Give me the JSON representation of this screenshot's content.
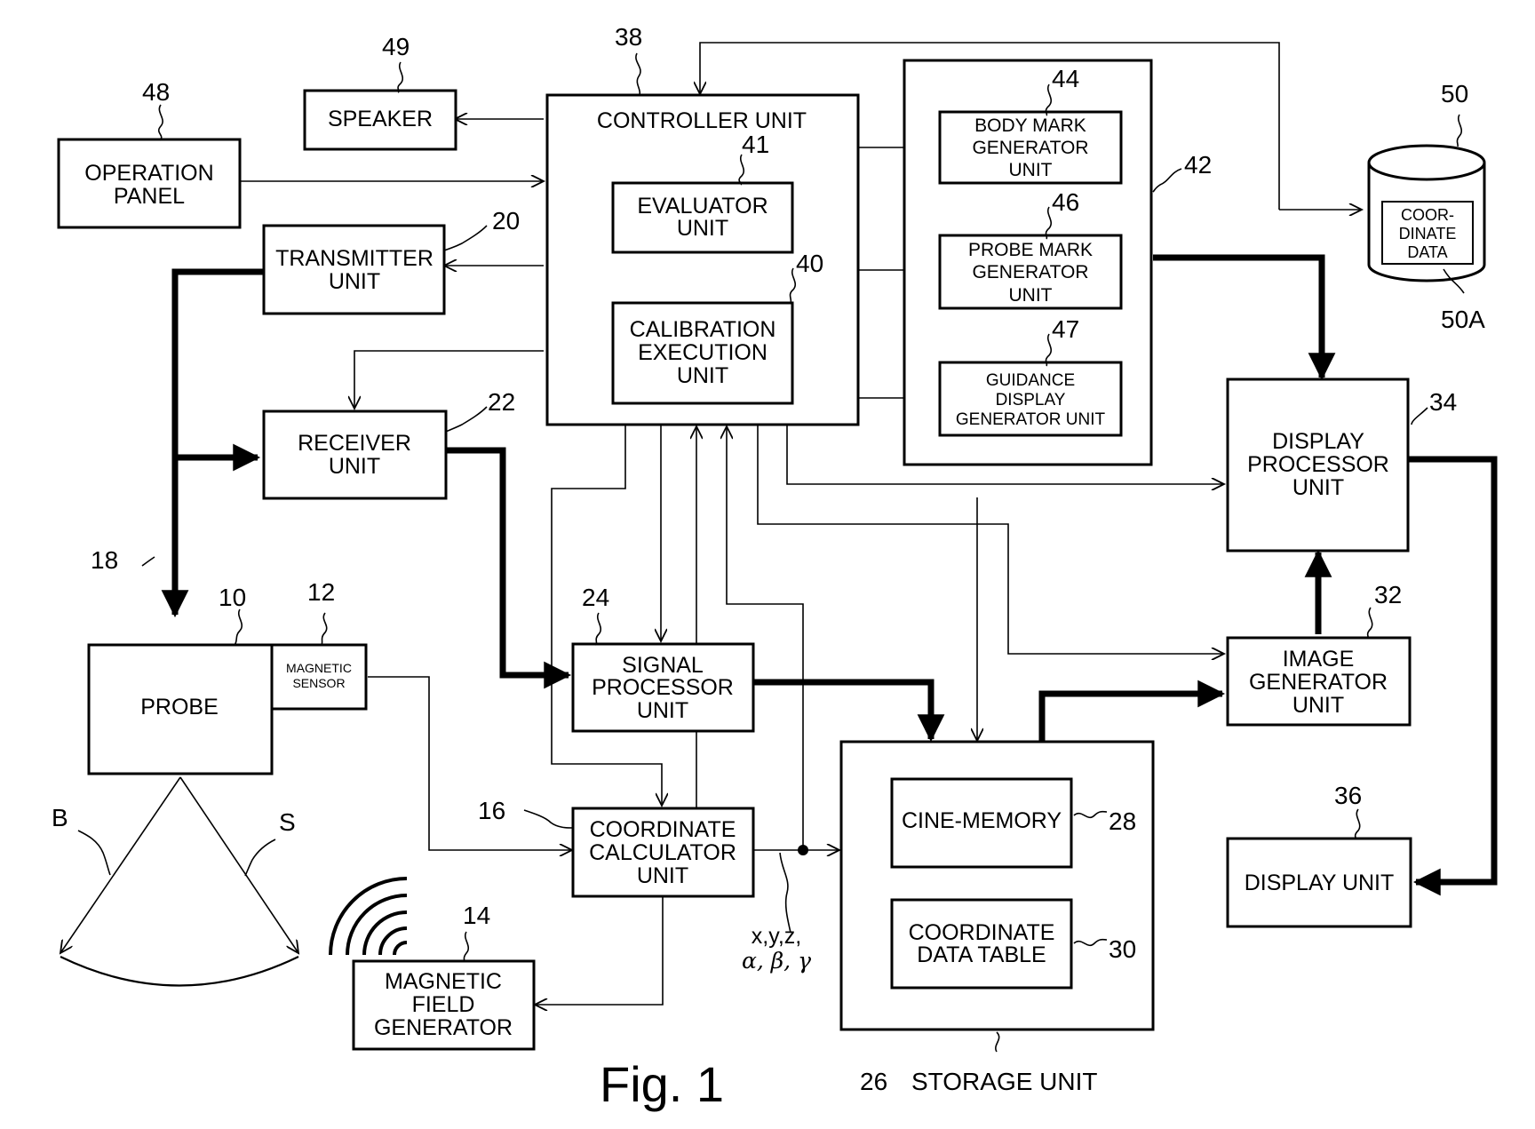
{
  "figure_title": "Fig. 1",
  "blocks": {
    "operation_panel": {
      "lines": [
        "OPERATION",
        "PANEL"
      ],
      "ref": "48"
    },
    "speaker": {
      "lines": [
        "SPEAKER"
      ],
      "ref": "49"
    },
    "controller_unit": {
      "lines": [
        "CONTROLLER UNIT"
      ],
      "ref": "38"
    },
    "evaluator_unit": {
      "lines": [
        "EVALUATOR",
        "UNIT"
      ],
      "ref": "41"
    },
    "calibration_execution_unit": {
      "lines": [
        "CALIBRATION",
        "EXECUTION",
        "UNIT"
      ],
      "ref": "40"
    },
    "body_mark_generator_unit": {
      "lines": [
        "BODY MARK",
        "GENERATOR",
        "UNIT"
      ],
      "ref": "44"
    },
    "probe_mark_generator_unit": {
      "lines": [
        "PROBE MARK",
        "GENERATOR",
        "UNIT"
      ],
      "ref": "46"
    },
    "guidance_display_generator_unit": {
      "lines": [
        "GUIDANCE",
        "DISPLAY",
        "GENERATOR UNIT"
      ],
      "ref": "47"
    },
    "mark_group": {
      "ref": "42"
    },
    "coordinate_data_store": {
      "lines": [
        "COOR-",
        "DINATE",
        "DATA"
      ],
      "ref": "50",
      "inner_ref": "50A"
    },
    "transmitter_unit": {
      "lines": [
        "TRANSMITTER",
        "UNIT"
      ],
      "ref": "20"
    },
    "receiver_unit": {
      "lines": [
        "RECEIVER",
        "UNIT"
      ],
      "ref": "22"
    },
    "display_processor_unit": {
      "lines": [
        "DISPLAY",
        "PROCESSOR",
        "UNIT"
      ],
      "ref": "34"
    },
    "probe": {
      "lines": [
        "PROBE"
      ],
      "ref": "10"
    },
    "magnetic_sensor": {
      "lines": [
        "MAGNETIC",
        "SENSOR"
      ],
      "ref": "12"
    },
    "signal_processor_unit": {
      "lines": [
        "SIGNAL",
        "PROCESSOR",
        "UNIT"
      ],
      "ref": "24"
    },
    "image_generator_unit": {
      "lines": [
        "IMAGE",
        "GENERATOR",
        "UNIT"
      ],
      "ref": "32"
    },
    "coordinate_calculator_unit": {
      "lines": [
        "COORDINATE",
        "CALCULATOR",
        "UNIT"
      ],
      "ref": "16"
    },
    "storage_unit": {
      "label": "STORAGE UNIT",
      "ref": "26"
    },
    "cine_memory": {
      "lines": [
        "CINE-MEMORY"
      ],
      "ref": "28"
    },
    "coordinate_data_table": {
      "lines": [
        "COORDINATE",
        "DATA TABLE"
      ],
      "ref": "30"
    },
    "display_unit": {
      "lines": [
        "DISPLAY UNIT"
      ],
      "ref": "36"
    },
    "magnetic_field_generator": {
      "lines": [
        "MAGNETIC",
        "FIELD",
        "GENERATOR"
      ],
      "ref": "14"
    }
  },
  "other_labels": {
    "cable_ref": "18",
    "beam_b": "B",
    "scan_s": "S",
    "coord_output_line1": "x,y,z,",
    "coord_output_line2": "α, β, γ"
  }
}
